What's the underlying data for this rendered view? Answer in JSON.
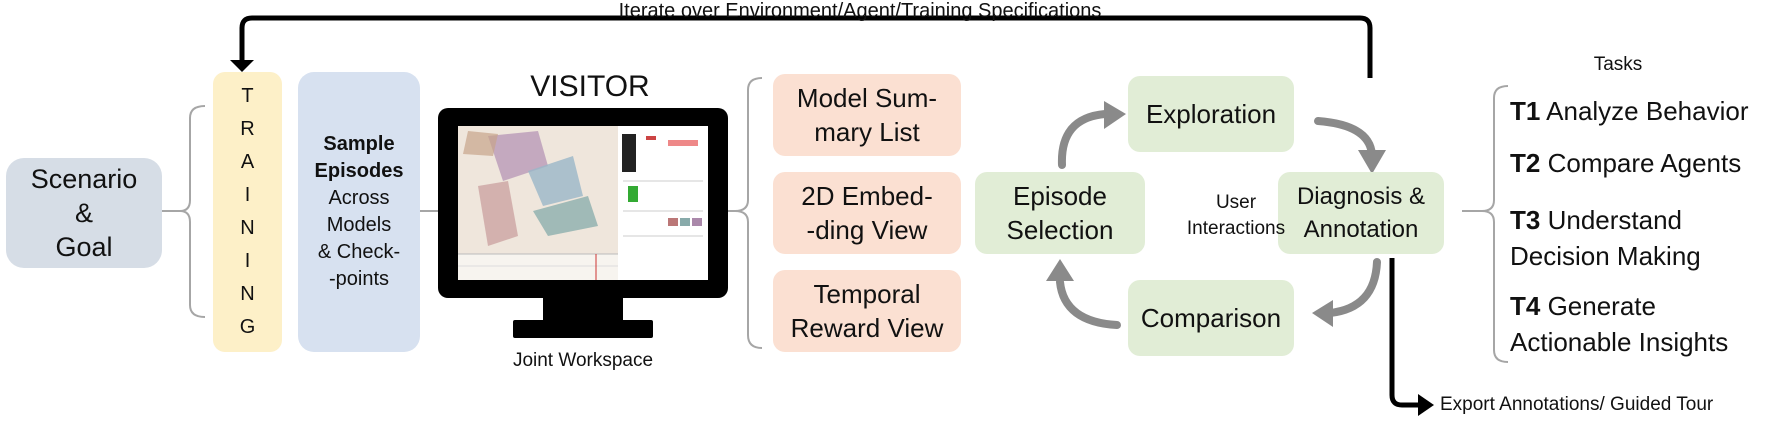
{
  "top_loop_label": "Iterate over Environment/Agent/Training Specifications",
  "scenario": {
    "lines": [
      "Scenario",
      "&",
      "Goal"
    ]
  },
  "training": {
    "letters": [
      "T",
      "R",
      "A",
      "I",
      "N",
      "I",
      "N",
      "G"
    ]
  },
  "sample": {
    "title_lines": [
      "Sample",
      "Episodes"
    ],
    "lines": [
      "Across",
      "Models",
      "& Check-",
      "-points"
    ]
  },
  "visitor": {
    "title": "VISITOR",
    "caption": "Joint Workspace"
  },
  "views": [
    {
      "lines": [
        "Model Sum-",
        "mary List"
      ]
    },
    {
      "lines": [
        "2D Embed-",
        "-ding View"
      ]
    },
    {
      "lines": [
        "Temporal",
        "Reward View"
      ]
    }
  ],
  "cycle": {
    "episode_selection": [
      "Episode",
      "Selection"
    ],
    "exploration": "Exploration",
    "diagnosis": [
      "Diagnosis &",
      "Annotation"
    ],
    "comparison": "Comparison",
    "center": [
      "User",
      "Interactions"
    ]
  },
  "tasks": {
    "header": "Tasks",
    "items": [
      {
        "id": "T1",
        "lines": [
          "Analyze Behavior"
        ]
      },
      {
        "id": "T2",
        "lines": [
          "Compare Agents"
        ]
      },
      {
        "id": "T3",
        "lines": [
          "Understand",
          "Decision Making"
        ]
      },
      {
        "id": "T4",
        "lines": [
          "Generate",
          "Actionable Insights"
        ]
      }
    ]
  },
  "export_label": "Export Annotations/ Guided Tour",
  "colors": {
    "scenario": "#d6dde6",
    "training": "#fdf0c8",
    "sample": "#d7e1f0",
    "views": "#fbe0d2",
    "cycle": "#e1edd6",
    "arrow_gray": "#8a8a8a",
    "bracket": "#a6a6a6"
  }
}
